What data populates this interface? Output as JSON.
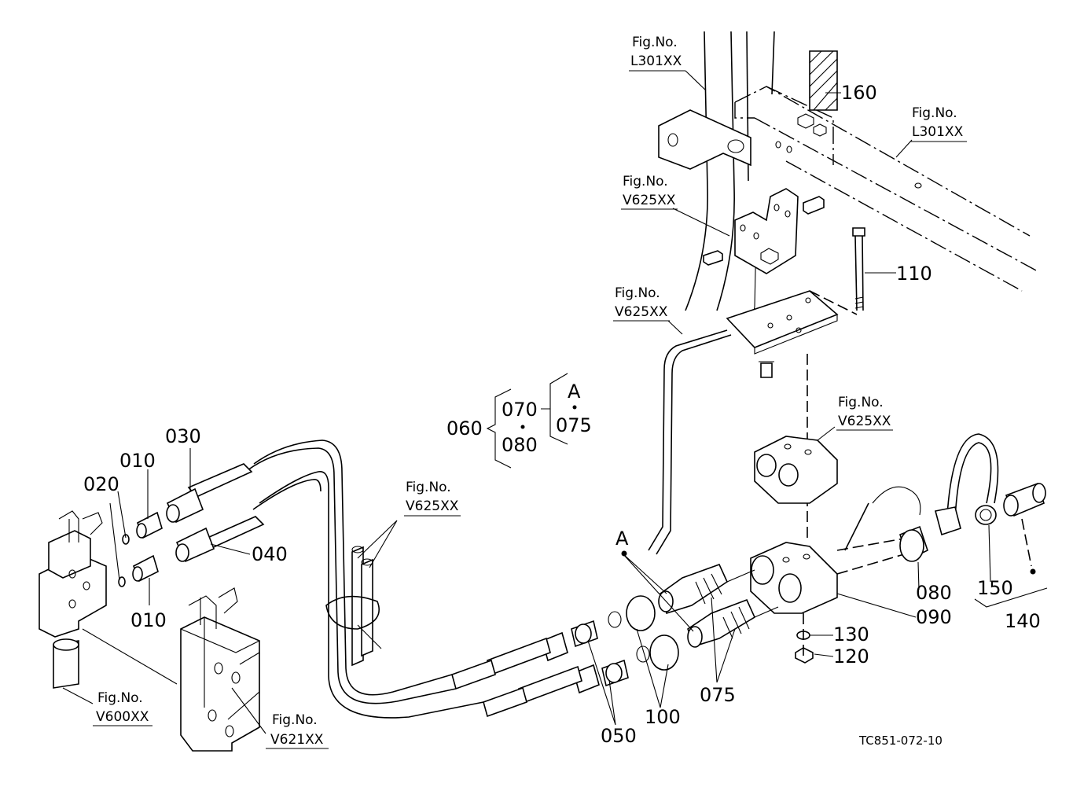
{
  "figure_refs": [
    {
      "title": "Fig.No.",
      "code": "L301XX"
    },
    {
      "title": "Fig.No.",
      "code": "L301XX"
    },
    {
      "title": "Fig.No.",
      "code": "V625XX"
    },
    {
      "title": "Fig.No.",
      "code": "V625XX"
    },
    {
      "title": "Fig.No.",
      "code": "V625XX"
    },
    {
      "title": "Fig.No.",
      "code": "V625XX"
    },
    {
      "title": "Fig.No.",
      "code": "V600XX"
    },
    {
      "title": "Fig.No.",
      "code": "V621XX"
    }
  ],
  "part_labels": {
    "p010a": "010",
    "p010b": "010",
    "p020": "020",
    "p030": "030",
    "p040": "040",
    "p050": "050",
    "p075": "075",
    "p080": "080",
    "p090": "090",
    "p100": "100",
    "p110": "110",
    "p120": "120",
    "p130": "130",
    "p140": "140",
    "p150": "150",
    "p160": "160"
  },
  "kit": {
    "root": "060",
    "item1": "070",
    "item2": "080",
    "sub_letter": "A",
    "sub_item": "075"
  },
  "callout_letter": "A",
  "drawing_code": "TC851-072-10"
}
